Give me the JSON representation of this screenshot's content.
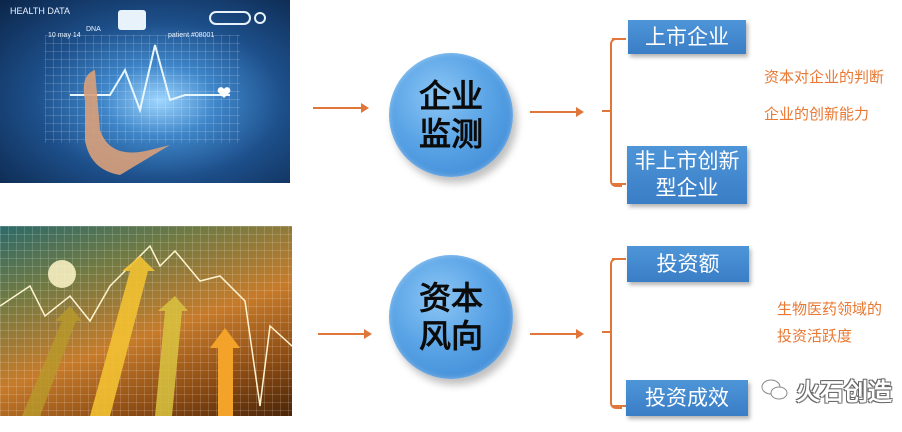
{
  "colors": {
    "accent_orange": "#e0763a",
    "note_orange": "#e87832",
    "circle_blue": "#5aa4e6",
    "box_blue": "#4488d0"
  },
  "photos": {
    "top": {
      "alt": "health-data-hand-touch-image",
      "labels": [
        "HEALTH DATA",
        "DNA",
        "patient #08001",
        "10 may 14"
      ]
    },
    "bottom": {
      "alt": "rising-financial-arrows-image"
    }
  },
  "sections": [
    {
      "circle_lines": [
        "企业",
        "监测"
      ],
      "boxes": [
        {
          "lines": [
            "上市企业"
          ]
        },
        {
          "lines": [
            "非上市创新",
            "型企业"
          ]
        }
      ],
      "notes": [
        "资本对企业的判断",
        "企业的创新能力"
      ]
    },
    {
      "circle_lines": [
        "资本",
        "风向"
      ],
      "boxes": [
        {
          "lines": [
            "投资额"
          ]
        },
        {
          "lines": [
            "投资成效"
          ]
        }
      ],
      "notes": [
        "生物医药领域的",
        "投资活跃度"
      ]
    }
  ],
  "watermark": {
    "icon": "wechat-icon",
    "text": "火石创造"
  }
}
